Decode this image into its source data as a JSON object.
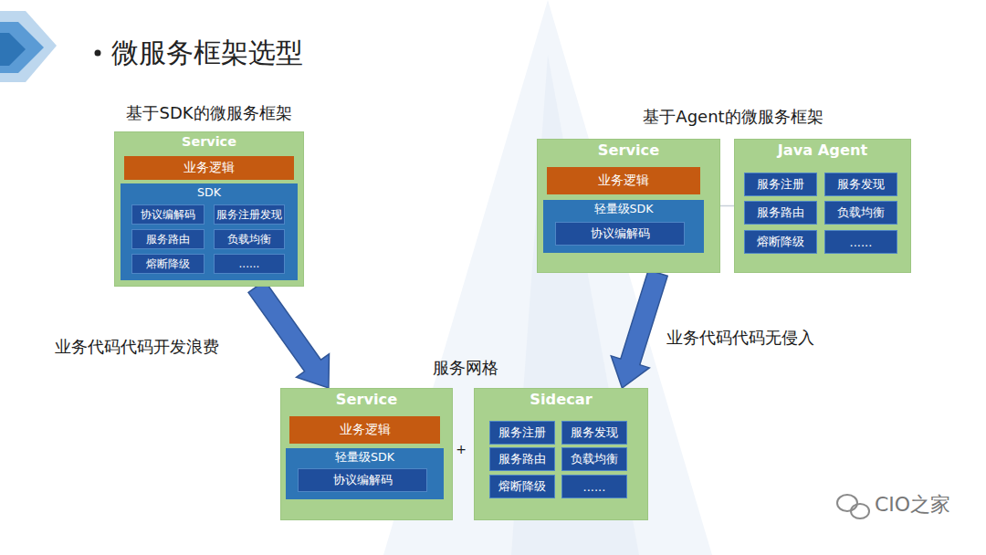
{
  "diagram": {
    "title": "微服务框架选型",
    "nodes": [
      {
        "text": [
          "Service"
        ]
      },
      {
        "text": [
          "业务逻辑"
        ],
        "in": 0
      },
      {
        "text": [
          "SDK"
        ],
        "in": 0
      },
      {
        "text": [
          "协议编解码"
        ],
        "in": 2
      },
      {
        "text": [
          "服务注册发现"
        ],
        "in": 2
      },
      {
        "text": [
          "服务路由"
        ],
        "in": 2
      },
      {
        "text": [
          "负载均衡"
        ],
        "in": 2
      },
      {
        "text": [
          "熔断降级"
        ],
        "in": 2
      },
      {
        "text": [
          "......"
        ],
        "in": 2
      },
      {
        "text": [
          "Service"
        ]
      },
      {
        "text": [
          "业务逻辑"
        ],
        "in": 9
      },
      {
        "text": [
          "轻量级SDK"
        ],
        "in": 9
      },
      {
        "text": [
          "协议编解码"
        ],
        "in": 11
      },
      {
        "text": [
          "Java Agent"
        ]
      },
      {
        "text": [
          "服务注册"
        ],
        "in": 13
      },
      {
        "text": [
          "服务发现"
        ],
        "in": 13
      },
      {
        "text": [
          "服务路由"
        ],
        "in": 13
      },
      {
        "text": [
          "负载均衡"
        ],
        "in": 13
      },
      {
        "text": [
          "熔断降级"
        ],
        "in": 13
      },
      {
        "text": [
          "......"
        ],
        "in": 13
      },
      {
        "text": [
          "Service"
        ]
      },
      {
        "text": [
          "业务逻辑"
        ],
        "in": 20
      },
      {
        "text": [
          "轻量级SDK"
        ],
        "in": 20
      },
      {
        "text": [
          "协议编解码"
        ],
        "in": 22
      },
      {
        "text": [
          "Sidecar"
        ]
      },
      {
        "text": [
          "服务注册"
        ],
        "in": 24
      },
      {
        "text": [
          "服务发现"
        ],
        "in": 24
      },
      {
        "text": [
          "服务路由"
        ],
        "in": 24
      },
      {
        "text": [
          "负载均衡"
        ],
        "in": 24
      },
      {
        "text": [
          "熔断降级"
        ],
        "in": 24
      },
      {
        "text": [
          "......"
        ],
        "in": 24
      }
    ],
    "edges": [
      {
        "from": 0,
        "to": 20,
        "arrow": "to",
        "label": "业务代码代码开发浪费"
      },
      {
        "from": 9,
        "to": 24,
        "arrow": "to",
        "label": "业务代码代码无侵入"
      },
      {
        "from": 9,
        "to": 13,
        "arrow": "none"
      }
    ],
    "labels": [
      "基于SDK的微服务框架",
      "基于Agent的微服务框架",
      "服务网格",
      "+",
      "CIO之家"
    ]
  }
}
